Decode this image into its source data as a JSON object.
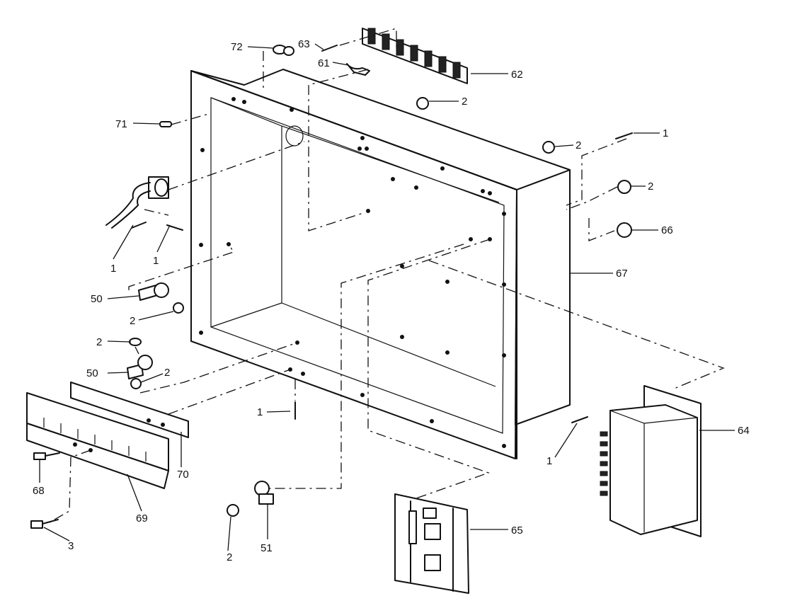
{
  "callouts": [
    {
      "id": "c72",
      "text": "72"
    },
    {
      "id": "c63",
      "text": "63"
    },
    {
      "id": "c61",
      "text": "61"
    },
    {
      "id": "c62",
      "text": "62"
    },
    {
      "id": "c2a",
      "text": "2"
    },
    {
      "id": "c71",
      "text": "71"
    },
    {
      "id": "c1a",
      "text": "1"
    },
    {
      "id": "c2b",
      "text": "2"
    },
    {
      "id": "c2c",
      "text": "2"
    },
    {
      "id": "c66",
      "text": "66"
    },
    {
      "id": "c1b",
      "text": "1"
    },
    {
      "id": "c1c",
      "text": "1"
    },
    {
      "id": "c67",
      "text": "67"
    },
    {
      "id": "c50a",
      "text": "50"
    },
    {
      "id": "c2d",
      "text": "2"
    },
    {
      "id": "c2e",
      "text": "2"
    },
    {
      "id": "c50b",
      "text": "50"
    },
    {
      "id": "c2f",
      "text": "2"
    },
    {
      "id": "c1d",
      "text": "1"
    },
    {
      "id": "c70",
      "text": "70"
    },
    {
      "id": "c1e",
      "text": "1"
    },
    {
      "id": "c64",
      "text": "64"
    },
    {
      "id": "c68",
      "text": "68"
    },
    {
      "id": "c69",
      "text": "69"
    },
    {
      "id": "c3",
      "text": "3"
    },
    {
      "id": "c2g",
      "text": "2"
    },
    {
      "id": "c51",
      "text": "51"
    },
    {
      "id": "c65",
      "text": "65"
    }
  ]
}
